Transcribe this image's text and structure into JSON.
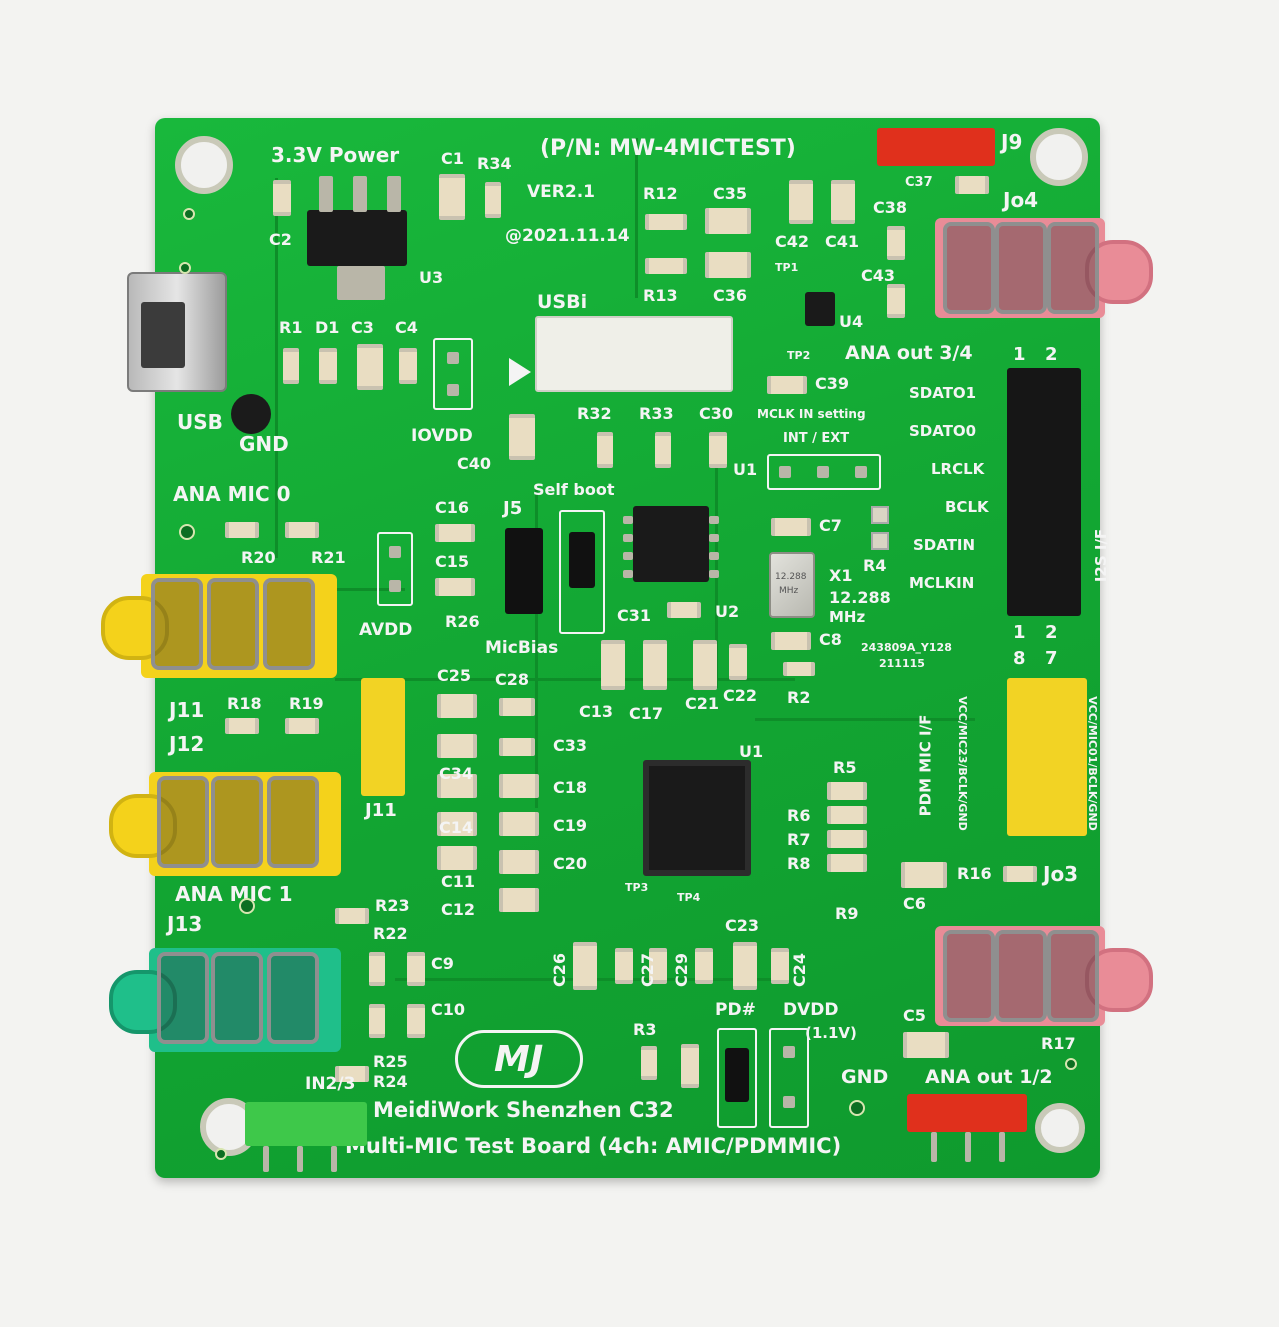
{
  "board": {
    "part_number": "(P/N: MW-4MICTEST)",
    "version": "VER2.1",
    "date": "@2021.11.14",
    "power": "3.3V Power",
    "maker": "MeidiWork Shenzhen C32",
    "title": "Multi-MIC Test Board (4ch: AMIC/PDMMIC)",
    "logo_text": "MJ",
    "crystal_marking": "12.288",
    "crystal_unit": "MHz",
    "lot_code": "243809A_Y128",
    "lot_date": "211115"
  },
  "labels": {
    "usb": "USB",
    "usbi": "USBi",
    "gnd": "GND",
    "gnd2": "GND",
    "iovdd": "IOVDD",
    "avdd": "AVDD",
    "self_boot": "Self boot",
    "micbias": "MicBias",
    "mclk_setting": "MCLK IN setting",
    "int_ext": "INT / EXT",
    "x1_freq": "12.288",
    "x1_unit": "MHz",
    "ana_mic0": "ANA MIC 0",
    "ana_mic1": "ANA MIC 1",
    "ana_out34": "ANA out 3/4",
    "ana_out12": "ANA out 1/2",
    "pd": "PD#",
    "dvdd": "DVDD",
    "dvdd_v": "(1.1V)",
    "i2s": "I2S I/F",
    "pdm": "PDM MIC I/F",
    "pdm_pins": "VCC/MIC23/BCLK/GND",
    "pdm_pins2": "VCC/MIC01/BCLK/GND",
    "in23": "IN2/3",
    "i2s_pins": [
      "SDATO1",
      "SDATO0",
      "LRCLK",
      "BCLK",
      "SDATIN",
      "MCLKIN"
    ],
    "pin_nums": [
      "1",
      "2",
      "1",
      "2",
      "8",
      "7"
    ]
  },
  "refdes": {
    "c1": "C1",
    "r34": "R34",
    "c2": "C2",
    "u3": "U3",
    "r1": "R1",
    "d1": "D1",
    "c3": "C3",
    "c4": "C4",
    "r12": "R12",
    "c35": "C35",
    "r13": "R13",
    "c36": "C36",
    "c42": "C42",
    "c41": "C41",
    "c38": "C38",
    "c37": "C37",
    "c43": "C43",
    "u4": "U4",
    "tp1": "TP1",
    "tp2": "TP2",
    "c39": "C39",
    "j9": "J9",
    "jo4": "Jo4",
    "r32": "R32",
    "r33": "R33",
    "c30": "C30",
    "c40": "C40",
    "u1a": "U1",
    "c16": "C16",
    "j5": "J5",
    "c15": "C15",
    "r26": "R26",
    "c7": "C7",
    "r4": "R4",
    "x1": "X1",
    "c8": "C8",
    "r2": "R2",
    "c31": "C31",
    "u2": "U2",
    "c13": "C13",
    "c17": "C17",
    "c21": "C21",
    "c22": "C22",
    "r20": "R20",
    "r21": "R21",
    "j11": "J11",
    "r18": "R18",
    "r19": "R19",
    "j12": "J12",
    "j11b": "J11",
    "c25": "C25",
    "c28": "C28",
    "c33": "C33",
    "c34": "C34",
    "c18": "C18",
    "c14": "C14",
    "c19": "C19",
    "c20": "C20",
    "c11": "C11",
    "c12": "C12",
    "u1": "U1",
    "tp3": "TP3",
    "tp4": "TP4",
    "r5": "R5",
    "r6": "R6",
    "r7": "R7",
    "r8": "R8",
    "r9": "R9",
    "c6": "C6",
    "r16": "R16",
    "jo3": "Jo3",
    "j13": "J13",
    "r23": "R23",
    "r22": "R22",
    "c9": "C9",
    "c10": "C10",
    "r25": "R25",
    "r24": "R24",
    "c26": "C26",
    "c27": "C27",
    "c29": "C29",
    "c23": "C23",
    "c24": "C24",
    "r3": "R3",
    "c5": "C5",
    "r17": "R17"
  },
  "colors": {
    "pcb": "#14ad35",
    "silk": "#f4f4f4",
    "jack_yellow": "#f4d21b",
    "jack_green": "#1fbf8a",
    "jack_pink": "#e98c97",
    "header_red": "#e0301c",
    "header_green": "#3ec84a",
    "header_white": "#efefe8",
    "header_yellow": "#f2d324"
  }
}
